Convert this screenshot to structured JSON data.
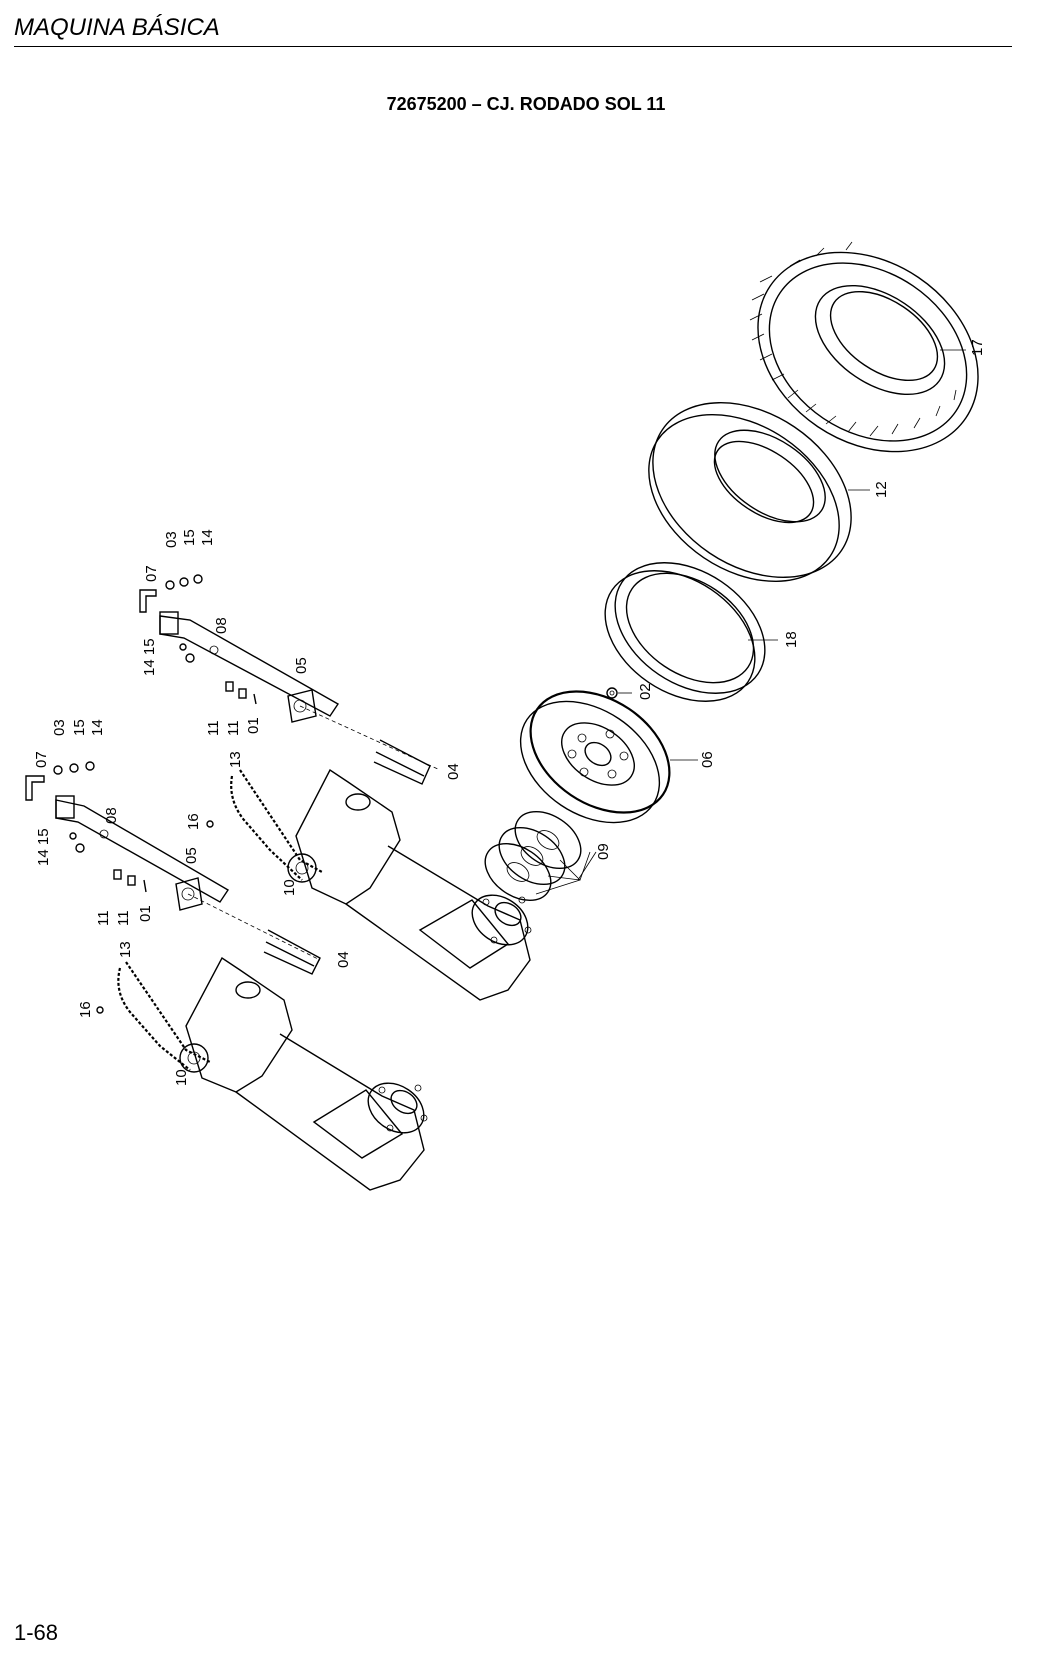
{
  "header": {
    "section_title": "MAQUINA BÁSICA"
  },
  "document": {
    "title": "72675200 – CJ. RODADO SOL 11"
  },
  "footer": {
    "page_number": "1-68"
  },
  "callouts": {
    "upper": [
      "03",
      "15",
      "14",
      "07",
      "08",
      "14 15",
      "05",
      "11",
      "11",
      "01",
      "13",
      "16",
      "10",
      "04"
    ],
    "lower": [
      "03",
      "15",
      "14",
      "07",
      "08",
      "14 15",
      "05",
      "11",
      "11",
      "01",
      "13",
      "16",
      "10",
      "04"
    ],
    "wheel": [
      "17",
      "12",
      "18",
      "02",
      "06",
      "09"
    ]
  }
}
